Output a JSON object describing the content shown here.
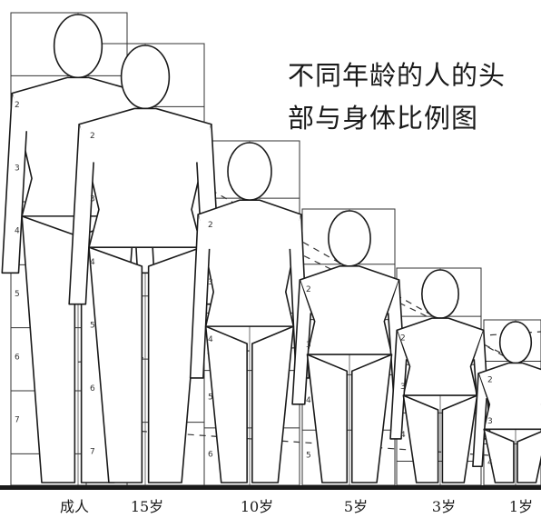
{
  "title": {
    "line1": "不同年龄的人的头",
    "line2": "部与身体比例图"
  },
  "ages": [
    "成人",
    "15岁",
    "10岁",
    "5岁",
    "3岁",
    "1岁"
  ],
  "figures": [
    {
      "age_label": "成人",
      "heads": 7.5
    },
    {
      "age_label": "15岁",
      "heads": 7
    },
    {
      "age_label": "10岁",
      "heads": 6
    },
    {
      "age_label": "5岁",
      "heads": 5
    },
    {
      "age_label": "3岁",
      "heads": 4.5
    },
    {
      "age_label": "1岁",
      "heads": 4
    }
  ],
  "grid_numbers": [
    "2",
    "3",
    "4",
    "5",
    "6",
    "7"
  ],
  "colors": {
    "ink": "#1a1a1a",
    "paper": "#ffffff"
  }
}
